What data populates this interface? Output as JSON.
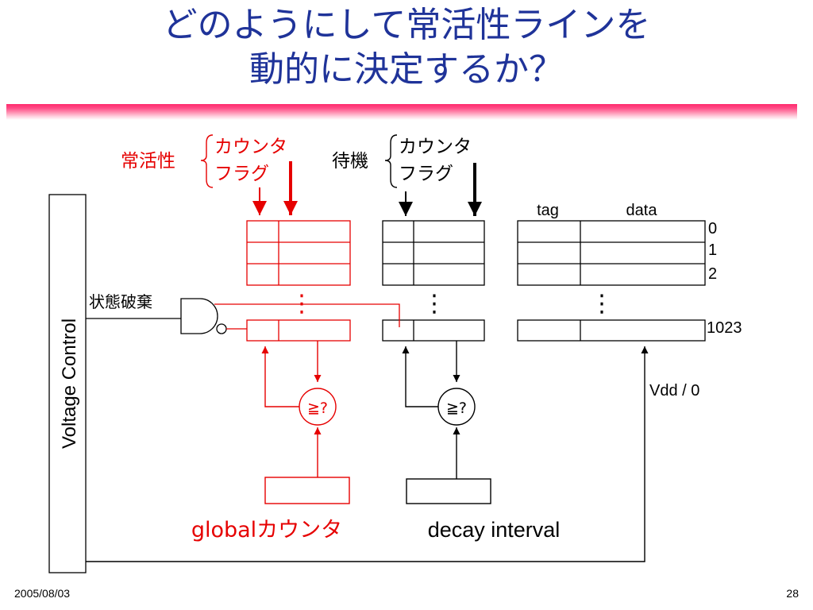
{
  "slide": {
    "title_line1": "どのようにして常活性ラインを",
    "title_line2": "動的に決定するか？",
    "date": "2005/08/03",
    "page_number": "28"
  },
  "diagram": {
    "voltage_control": "Voltage Control",
    "state_destroy": "状態破棄",
    "active_group": {
      "label": "常活性",
      "counter": "カウンタ",
      "flag": "フラグ"
    },
    "standby_group": {
      "label": "待機",
      "counter": "カウンタ",
      "flag": "フラグ"
    },
    "cache_headers": {
      "tag": "tag",
      "data": "data"
    },
    "row_indices": [
      "0",
      "1",
      "2",
      "1023"
    ],
    "ellipsis": "⋮",
    "comparator": "≧?",
    "global_counter": "globalカウンタ",
    "decay_interval": "decay interval",
    "vdd": "Vdd / 0"
  },
  "colors": {
    "title": "#1f3399",
    "accent_red": "#e60000",
    "line": "#000000"
  }
}
